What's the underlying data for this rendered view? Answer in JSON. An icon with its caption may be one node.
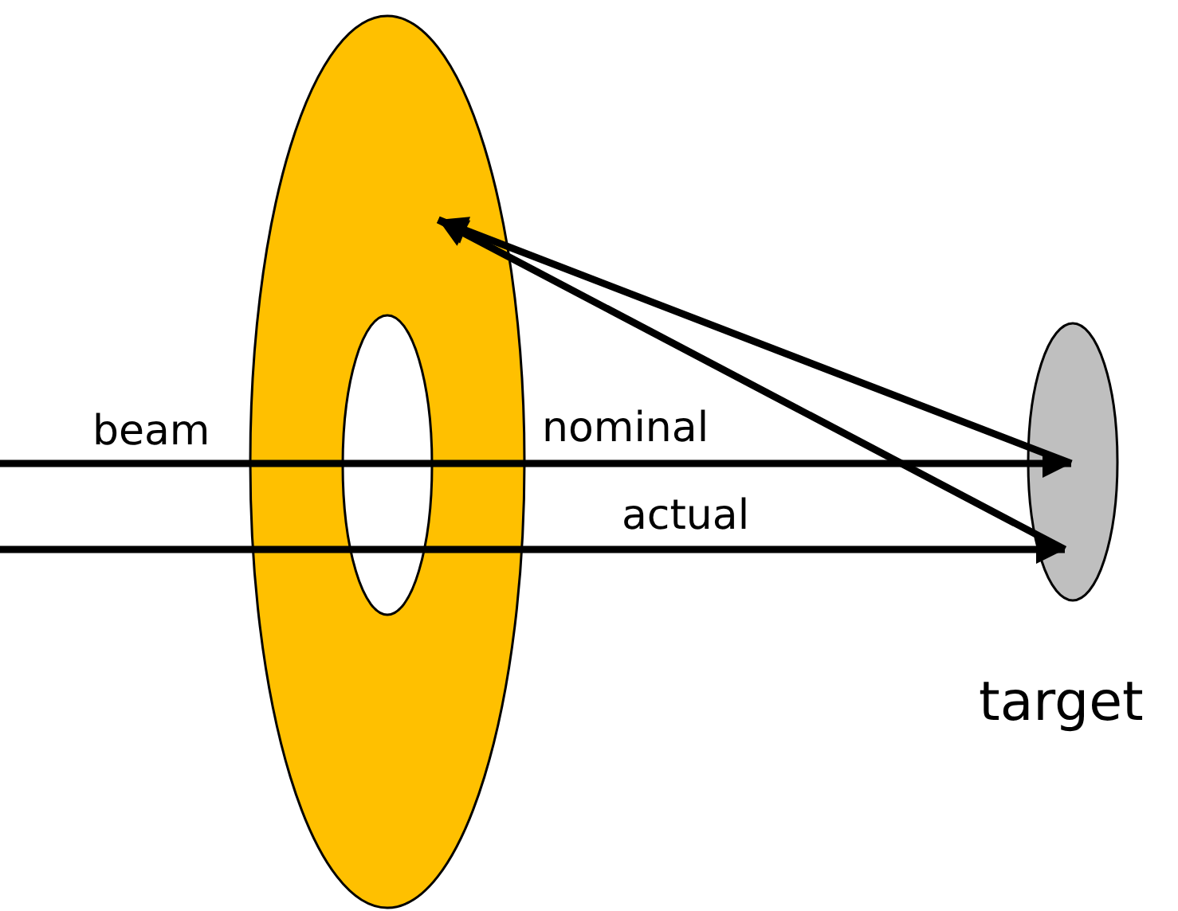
{
  "diagram": {
    "nodes": [
      {
        "text": [],
        "shape": "ring"
      },
      {
        "text": [],
        "shape": "ellipse",
        "beside": [
          "target"
        ]
      }
    ],
    "edges": [
      {
        "from": null,
        "to": 1,
        "arrow": "to",
        "label": "nominal"
      },
      {
        "from": null,
        "to": 1,
        "arrow": "to",
        "label": "actual"
      },
      {
        "from": 1,
        "to": 0,
        "arrow": "to"
      },
      {
        "from": 1,
        "to": 0,
        "arrow": "to"
      }
    ],
    "labels": [
      "beam"
    ]
  }
}
